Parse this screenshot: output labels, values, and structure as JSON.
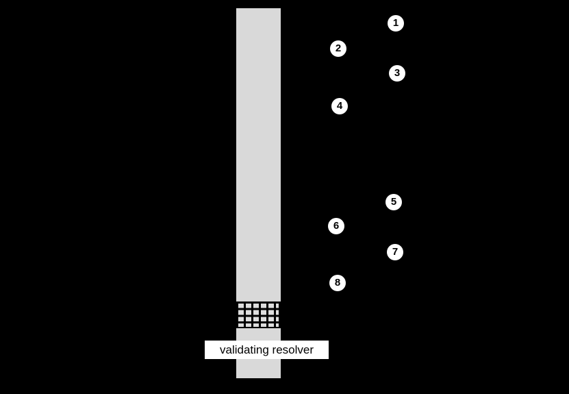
{
  "diagram": {
    "type": "sequence-lifeline",
    "resolver_label": "validating resolver",
    "steps": [
      {
        "label": "1"
      },
      {
        "label": "2"
      },
      {
        "label": "3"
      },
      {
        "label": "4"
      },
      {
        "label": "5"
      },
      {
        "label": "6"
      },
      {
        "label": "7"
      },
      {
        "label": "8"
      }
    ],
    "colors": {
      "background": "#000000",
      "lifeline": "#d9d9d9",
      "firewall_square": "#dedede",
      "firewall_lines": "#000000",
      "circle_fill": "#ffffff",
      "circle_text": "#000000",
      "label_bg": "#ffffff",
      "label_text": "#000000"
    }
  }
}
